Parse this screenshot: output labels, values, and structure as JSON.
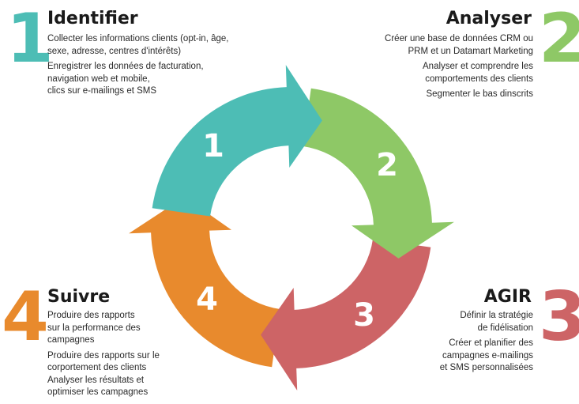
{
  "colors": {
    "step1": "#4dbdb5",
    "step2": "#8ec866",
    "step3": "#cd6466",
    "step4": "#e88a2d"
  },
  "steps": [
    {
      "number": "1",
      "title": "Identifier",
      "paragraphs": [
        "Collecter les informations clients (opt-in, âge,\nsexe, adresse, centres d'intérêts)",
        "Enregistrer les données de facturation,\nnavigation web et mobile,\nclics sur e-mailings et SMS"
      ]
    },
    {
      "number": "2",
      "title": "Analyser",
      "paragraphs": [
        "Créer une base de données CRM ou\nPRM et un Datamart Marketing",
        "Analyser et comprendre les\ncomportements des clients",
        "Segmenter le bas dinscrits"
      ]
    },
    {
      "number": "3",
      "title": "AGIR",
      "paragraphs": [
        "Définir la stratégie\nde fidélisation",
        "Créer et planifier des\ncampagnes e-mailings\net SMS personnalisées"
      ]
    },
    {
      "number": "4",
      "title": "Suivre",
      "paragraphs": [
        "Produire des rapports\nsur la performance des\ncampagnes",
        "Produire des rapports sur le\ncorportement des clients\nAnalyser les résultats et\noptimiser les campagnes"
      ]
    }
  ]
}
